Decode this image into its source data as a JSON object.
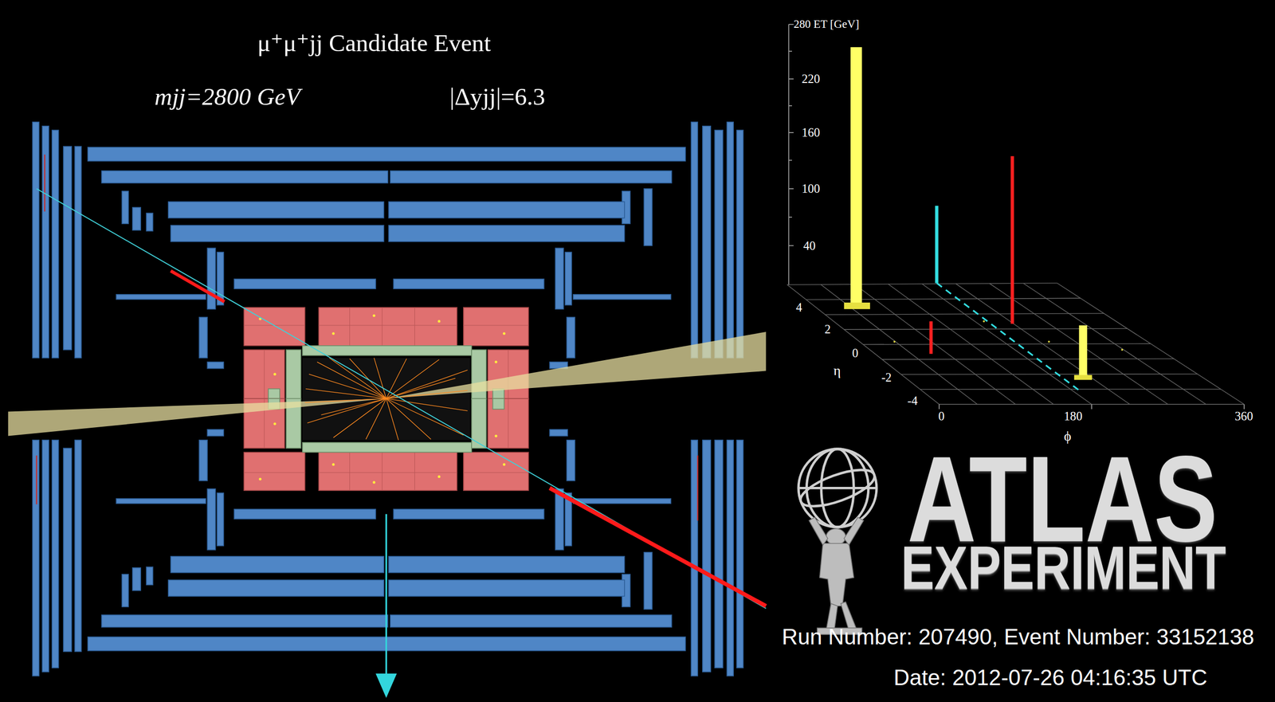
{
  "diagram": {
    "title": "μ⁺μ⁺jj Candidate Event",
    "labels": [
      "mjj=2800 GeV",
      "|Δyjj|=6.3",
      "280 ET [GeV]",
      "220",
      "160",
      "100",
      "40",
      "4",
      "2",
      "0",
      "η",
      "-2",
      "-4",
      "0",
      "180",
      "360",
      "ϕ",
      "ATLAS",
      "EXPERIMENT",
      "Run Number: 207490, Event Number: 33152138",
      "Date: 2012-07-26 04:16:35 UTC"
    ]
  }
}
